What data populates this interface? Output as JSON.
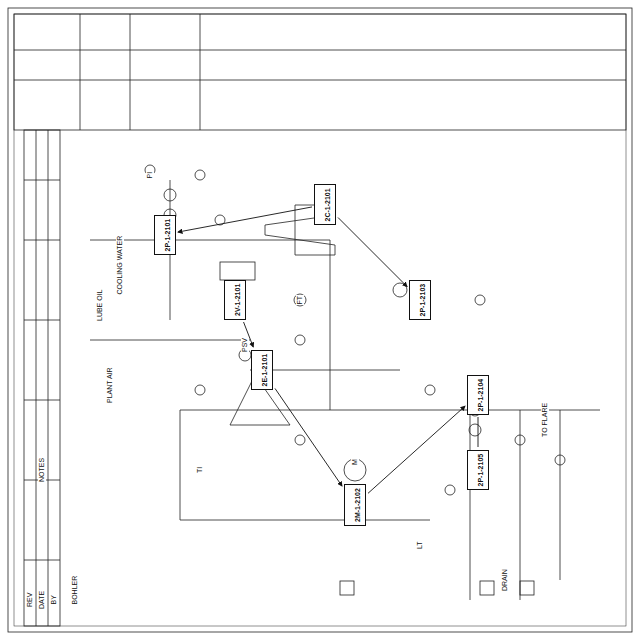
{
  "diagram": {
    "nodes": [
      {
        "text": [
          "2C-1-2101"
        ]
      },
      {
        "text": [
          "2P-1-2101"
        ]
      },
      {
        "text": [
          "2V-1-2101"
        ]
      },
      {
        "text": [
          "2E-1-2101"
        ]
      },
      {
        "text": [
          "2P-1-2103"
        ]
      },
      {
        "text": [
          "2M-1-2102"
        ]
      },
      {
        "text": [
          "2P-1-2104"
        ]
      },
      {
        "text": [
          "2P-1-2105"
        ]
      }
    ],
    "edges": [
      {
        "from": 0,
        "to": 1,
        "arrow": "to"
      },
      {
        "from": 0,
        "to": 4,
        "arrow": "to"
      },
      {
        "from": 2,
        "to": 3,
        "arrow": "to"
      },
      {
        "from": 3,
        "to": 5,
        "arrow": "to"
      },
      {
        "from": 5,
        "to": 6,
        "arrow": "to"
      },
      {
        "from": 6,
        "to": 7,
        "arrow": "none"
      }
    ],
    "labels": [
      "BOHLER",
      "NOTES",
      "REV",
      "DATE",
      "BY",
      "COOLING WATER",
      "PLANT AIR",
      "LUBE OIL",
      "DRAIN",
      "TO FLARE",
      "PI",
      "TI",
      "FT",
      "LT",
      "PSV",
      "M"
    ]
  }
}
